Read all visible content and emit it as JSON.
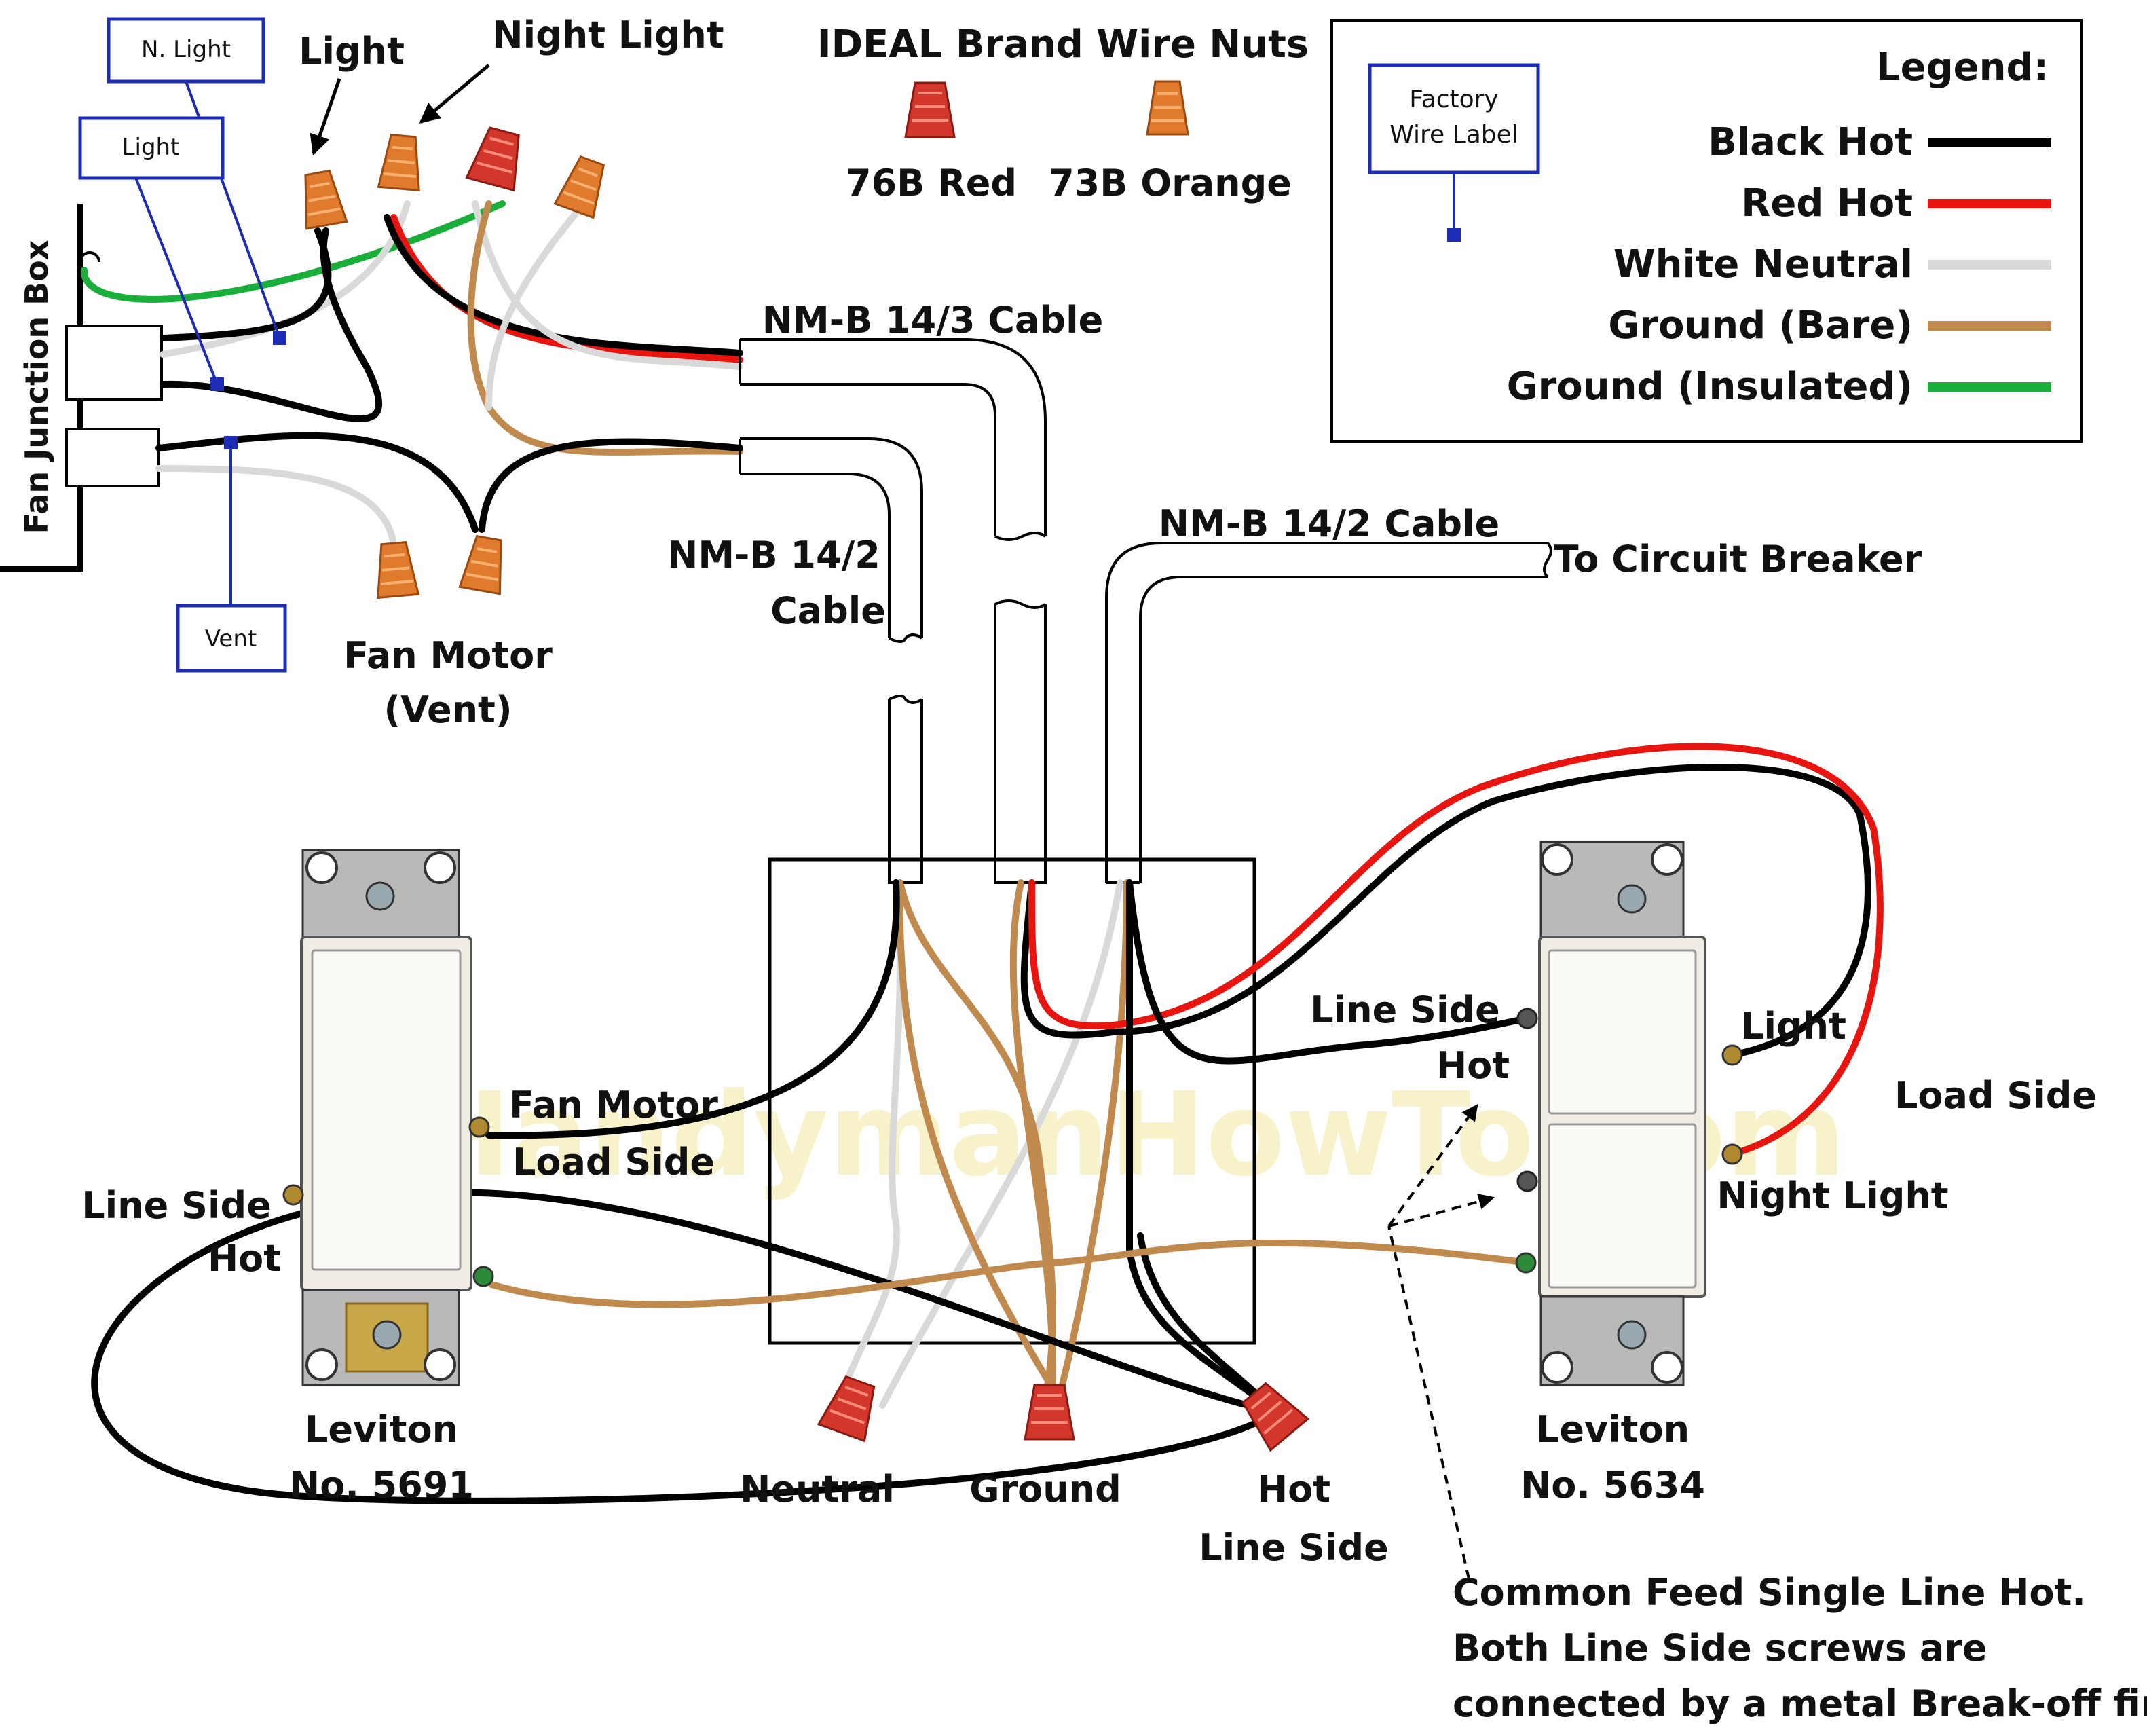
{
  "colors": {
    "black_hot": "#000000",
    "red_hot": "#e8140f",
    "white_neutral": "#d9d9d9",
    "ground_bare": "#c08a4e",
    "ground_insulated": "#1aae3a",
    "wire_nut_red": "#d3362a",
    "wire_nut_orange": "#e07a2c",
    "factory_label": "#1c2cb5"
  },
  "header": {
    "wire_nuts_title": "IDEAL Brand Wire Nuts",
    "nut_red_label": "76B Red",
    "nut_orange_label": "73B Orange"
  },
  "legend": {
    "title": "Legend:",
    "factory_label": [
      "Factory",
      "Wire Label"
    ],
    "items": [
      {
        "label": "Black Hot",
        "color": "#000000"
      },
      {
        "label": "Red Hot",
        "color": "#e8140f"
      },
      {
        "label": "White Neutral",
        "color": "#d9d9d9"
      },
      {
        "label": "Ground (Bare)",
        "color": "#c08a4e"
      },
      {
        "label": "Ground (Insulated)",
        "color": "#1aae3a"
      }
    ]
  },
  "fan_box": {
    "title": "Fan Junction Box",
    "tags": {
      "n_light": "N. Light",
      "light": "Light",
      "vent": "Vent"
    },
    "callouts": {
      "light": "Light",
      "night_light": "Night Light"
    },
    "fan_motor": [
      "Fan Motor",
      "(Vent)"
    ]
  },
  "cables": {
    "cable_14_3": "NM-B 14/3 Cable",
    "cable_14_2_top": "NM-B 14/2 Cable",
    "cable_14_2_left": [
      "NM-B 14/2",
      "Cable"
    ],
    "circuit_breaker": "To Circuit Breaker"
  },
  "switch_left": {
    "fan_motor": [
      "Fan Motor",
      "Load Side"
    ],
    "line_side": [
      "Line Side",
      "Hot"
    ],
    "model": [
      "Leviton",
      "No. 5691"
    ]
  },
  "switch_right": {
    "line_side": [
      "Line Side",
      "Hot"
    ],
    "light": "Light",
    "load_side": "Load Side",
    "night_light": "Night Light",
    "model": [
      "Leviton",
      "No. 5634"
    ]
  },
  "box_connections": {
    "neutral": "Neutral",
    "ground": "Ground",
    "hot": [
      "Hot",
      "Line Side"
    ]
  },
  "note": [
    "Common Feed Single Line Hot.",
    "Both Line Side screws are",
    "connected by a metal Break-off fin."
  ],
  "watermark": "©HandymanHowTo.com"
}
